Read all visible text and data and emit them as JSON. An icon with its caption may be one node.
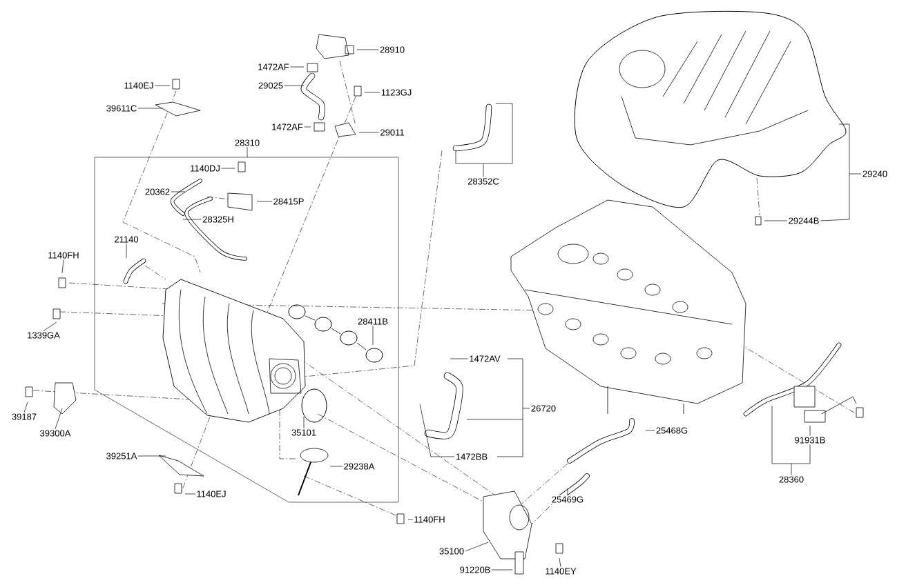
{
  "diagram": {
    "nodes": [
      {
        "text": [
          "28910"
        ]
      },
      {
        "text": [
          "1472AF"
        ]
      },
      {
        "text": [
          "29025"
        ]
      },
      {
        "text": [
          "1140EJ"
        ]
      },
      {
        "text": [
          "1123GJ"
        ]
      },
      {
        "text": [
          "39611C"
        ]
      },
      {
        "text": [
          "1472AF"
        ]
      },
      {
        "text": [
          "29011"
        ]
      },
      {
        "text": [
          "28310"
        ]
      },
      {
        "text": [
          "1140DJ"
        ]
      },
      {
        "text": [
          "20362"
        ]
      },
      {
        "text": [
          "28415P"
        ]
      },
      {
        "text": [
          "28325H"
        ]
      },
      {
        "text": [
          "21140"
        ]
      },
      {
        "text": [
          "1140FH"
        ]
      },
      {
        "text": [
          "28411B"
        ]
      },
      {
        "text": [
          "1339GA"
        ]
      },
      {
        "text": [
          "28352C"
        ]
      },
      {
        "text": [
          "29240"
        ]
      },
      {
        "text": [
          "29244B"
        ]
      },
      {
        "text": [
          "1472AV"
        ]
      },
      {
        "text": [
          "26720"
        ]
      },
      {
        "text": [
          "1472BB"
        ]
      },
      {
        "text": [
          "39187"
        ]
      },
      {
        "text": [
          "39300A"
        ]
      },
      {
        "text": [
          "35101"
        ]
      },
      {
        "text": [
          "25468G"
        ]
      },
      {
        "text": [
          "29238A"
        ]
      },
      {
        "text": [
          "39251A"
        ]
      },
      {
        "text": [
          "1140EJ"
        ]
      },
      {
        "text": [
          "1140FH"
        ]
      },
      {
        "text": [
          "25469G"
        ]
      },
      {
        "text": [
          "35100"
        ]
      },
      {
        "text": [
          "91220B"
        ]
      },
      {
        "text": [
          "1140EY"
        ]
      },
      {
        "text": [
          "91931B"
        ]
      },
      {
        "text": [
          "28360"
        ]
      }
    ],
    "edges": [
      {
        "from": 0,
        "to": null,
        "arrow": "none"
      },
      {
        "from": 1,
        "to": null,
        "arrow": "none"
      },
      {
        "from": 2,
        "to": null,
        "arrow": "none"
      },
      {
        "from": 3,
        "to": null,
        "arrow": "none"
      },
      {
        "from": 4,
        "to": null,
        "arrow": "none"
      },
      {
        "from": 5,
        "to": null,
        "arrow": "none"
      },
      {
        "from": 6,
        "to": null,
        "arrow": "none"
      },
      {
        "from": 7,
        "to": null,
        "arrow": "none"
      },
      {
        "from": 8,
        "to": null,
        "arrow": "none"
      },
      {
        "from": 9,
        "to": null,
        "arrow": "none"
      },
      {
        "from": 10,
        "to": null,
        "arrow": "none"
      },
      {
        "from": 11,
        "to": null,
        "arrow": "none"
      },
      {
        "from": 12,
        "to": null,
        "arrow": "none"
      },
      {
        "from": 13,
        "to": null,
        "arrow": "none"
      },
      {
        "from": 14,
        "to": null,
        "arrow": "none"
      },
      {
        "from": 15,
        "to": null,
        "arrow": "none"
      },
      {
        "from": 16,
        "to": null,
        "arrow": "none"
      },
      {
        "from": 17,
        "to": null,
        "arrow": "none"
      },
      {
        "from": 18,
        "to": 19,
        "arrow": "none"
      },
      {
        "from": 19,
        "to": null,
        "arrow": "none"
      },
      {
        "from": 20,
        "to": null,
        "arrow": "none"
      },
      {
        "from": 21,
        "to": null,
        "arrow": "none"
      },
      {
        "from": 22,
        "to": null,
        "arrow": "none"
      },
      {
        "from": 23,
        "to": null,
        "arrow": "none"
      },
      {
        "from": 24,
        "to": null,
        "arrow": "none"
      },
      {
        "from": 25,
        "to": null,
        "arrow": "none"
      },
      {
        "from": 26,
        "to": null,
        "arrow": "none"
      },
      {
        "from": 27,
        "to": null,
        "arrow": "none"
      },
      {
        "from": 28,
        "to": null,
        "arrow": "none"
      },
      {
        "from": 29,
        "to": null,
        "arrow": "none"
      },
      {
        "from": 30,
        "to": null,
        "arrow": "none"
      },
      {
        "from": 31,
        "to": null,
        "arrow": "none"
      },
      {
        "from": 32,
        "to": null,
        "arrow": "none"
      },
      {
        "from": 33,
        "to": null,
        "arrow": "none"
      },
      {
        "from": 34,
        "to": null,
        "arrow": "none"
      },
      {
        "from": 35,
        "to": null,
        "arrow": "none"
      },
      {
        "from": 36,
        "to": 35,
        "arrow": "none"
      }
    ]
  }
}
